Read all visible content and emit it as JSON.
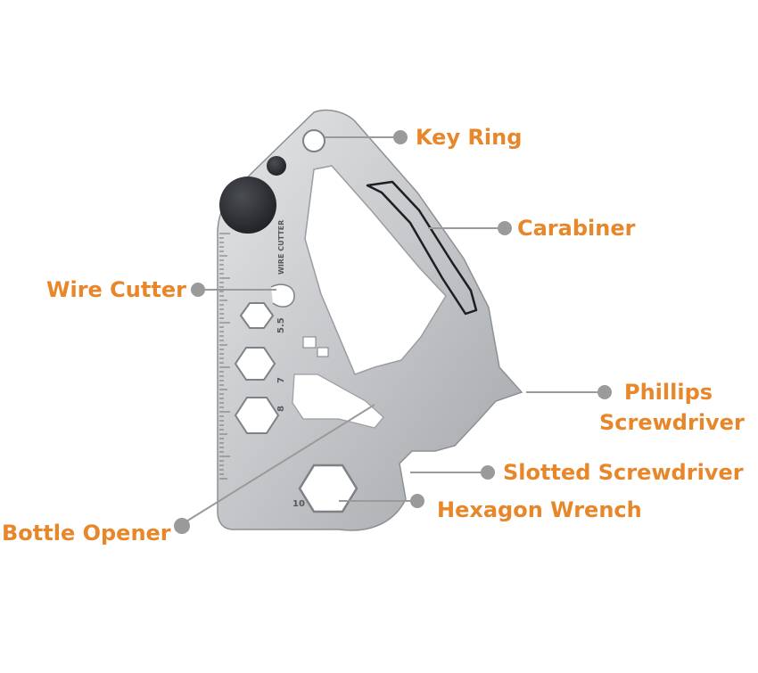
{
  "colors": {
    "label": "#e8862a",
    "leader": "#9a9a9a",
    "dot": "#9a9a9a",
    "steel_light": "#d9dadc",
    "steel_mid": "#b4b6b9",
    "steel_dark": "#8b8e92",
    "knob": "#2b2d30"
  },
  "labels": {
    "key_ring": "Key Ring",
    "carabiner": "Carabiner",
    "wire_cutter": "Wire Cutter",
    "phillips_line1": "Phillips",
    "phillips_line2": "Screwdriver",
    "slotted_screwdriver": "Slotted Screwdriver",
    "bottle_opener": "Bottle Opener",
    "hexagon_wrench": "Hexagon Wrench"
  },
  "engravings": {
    "wire_cutter": "WIRE CUTTER",
    "size_1": "5.5",
    "size_2": "7",
    "size_3": "8",
    "size_4": "10"
  }
}
